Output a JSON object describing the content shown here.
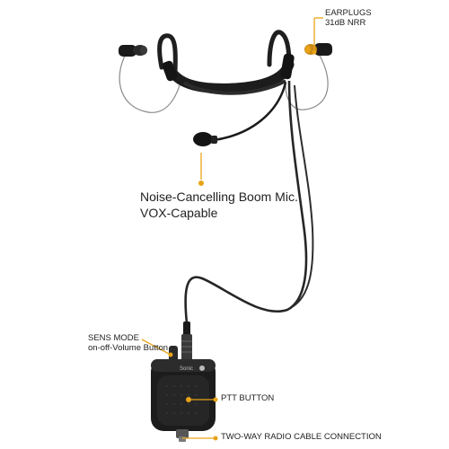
{
  "callouts": {
    "earplugs": {
      "line1": "EARPLUGS",
      "line2": "31dB NRR"
    },
    "boom_mic": {
      "line1": "Noise-Cancelling Boom Mic.",
      "line2": "VOX-Capable"
    },
    "sens_mode": {
      "line1": "SENS MODE",
      "line2": "on-off-Volume Button"
    },
    "ptt": {
      "line1": "PTT BUTTON"
    },
    "cable": {
      "line1": "TWO-WAY RADIO CABLE CONNECTION"
    }
  },
  "device": {
    "brand": "Sonic"
  },
  "colors": {
    "accent": "#E8A317",
    "body": "#1c1c1c",
    "cable": "#2a2a2a",
    "wire": "#777777"
  }
}
